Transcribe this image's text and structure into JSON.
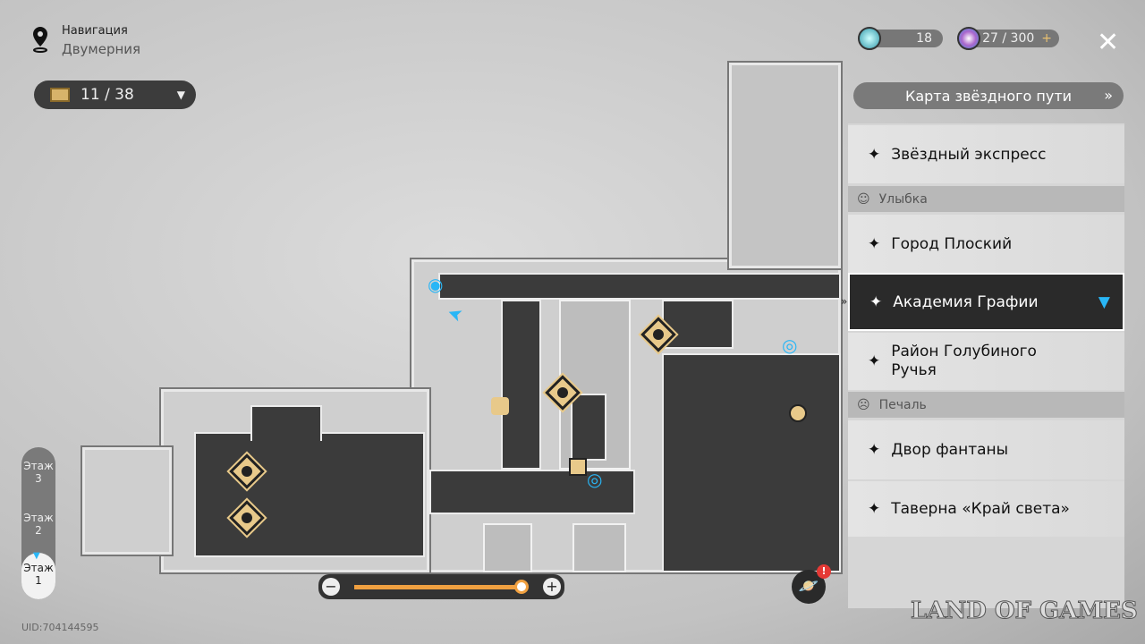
{
  "header": {
    "nav_label": "Навигация",
    "location": "Двумерния"
  },
  "chest_counter": {
    "value": "11 / 38"
  },
  "currencies": [
    {
      "icon": "stellar-jade-icon",
      "value": "18"
    },
    {
      "icon": "trailblaze-power-icon",
      "value": "27 / 300",
      "plus": "+"
    }
  ],
  "close_icon": "✕",
  "star_map_button": {
    "label": "Карта звёздного пути",
    "arrow": "»"
  },
  "panel": {
    "top_item": "Звёздный экспресс",
    "sections": [
      {
        "label": "Улыбка",
        "items": [
          "Город Плоский",
          "Академия Графии",
          "Район Голубиного Ручья"
        ]
      },
      {
        "label": "Печаль",
        "items": [
          "Двор фантаны",
          "Таверна «Край света»"
        ]
      }
    ],
    "selected": "Академия Графии"
  },
  "floors": [
    {
      "label": "Этаж",
      "num": "3"
    },
    {
      "label": "Этаж",
      "num": "2"
    },
    {
      "label": "Этаж",
      "num": "1",
      "active": true
    }
  ],
  "uid": "UID:704144595",
  "zoom": {
    "minus": "−",
    "plus": "+",
    "level_percent": 95
  },
  "planet_button": {
    "badge": "!"
  },
  "watermark": "LAND OF GAMES",
  "colors": {
    "accent": "#f0a040",
    "selected_bg": "#2a2a2a",
    "marker": "#29b6f6"
  }
}
